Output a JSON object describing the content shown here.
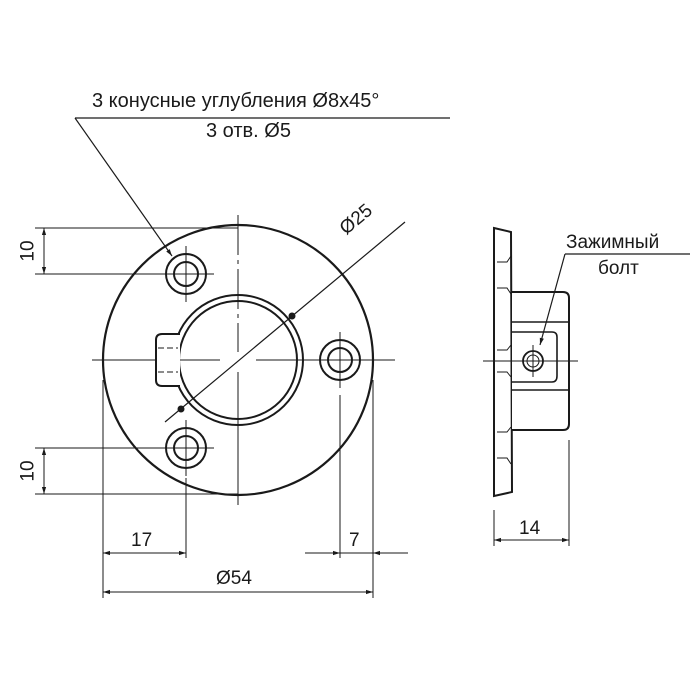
{
  "drawing": {
    "title": "Flange part technical drawing",
    "callout": {
      "line1": "3 конусные углубления Ø8x45°",
      "line2": "3 отв. Ø5"
    },
    "side_callout": {
      "line1": "Зажимный",
      "line2": "болт"
    },
    "dimensions": {
      "hole_offset_top": "10",
      "hole_offset_bottom": "10",
      "inner_diameter": "Ø25",
      "hole_x_offset": "17",
      "right_hole_edge": "7",
      "outer_diameter": "Ø54",
      "thickness": "14"
    },
    "colors": {
      "line": "#1a1a1a",
      "background": "#ffffff"
    }
  }
}
